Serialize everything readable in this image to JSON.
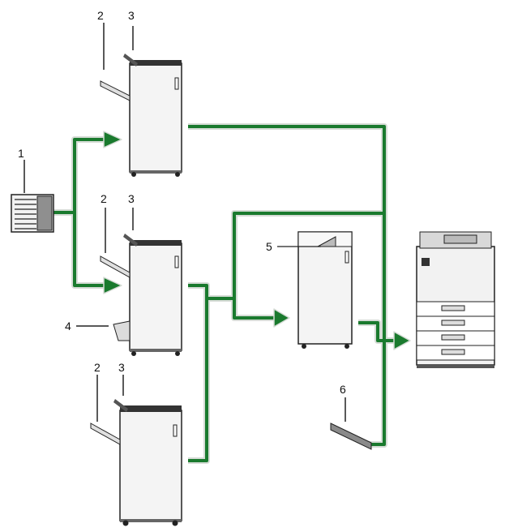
{
  "callouts": {
    "c1": "1",
    "c2a": "2",
    "c3a": "3",
    "c2b": "2",
    "c3b": "3",
    "c4": "4",
    "c2c": "2",
    "c3c": "3",
    "c5": "5",
    "c6": "6"
  },
  "colors": {
    "route_green": "#1a7a2e",
    "route_halo": "#cfd8cf",
    "unit_fill": "#f4f4f4",
    "unit_stroke": "#222222",
    "top_dark": "#2a2a2a"
  }
}
